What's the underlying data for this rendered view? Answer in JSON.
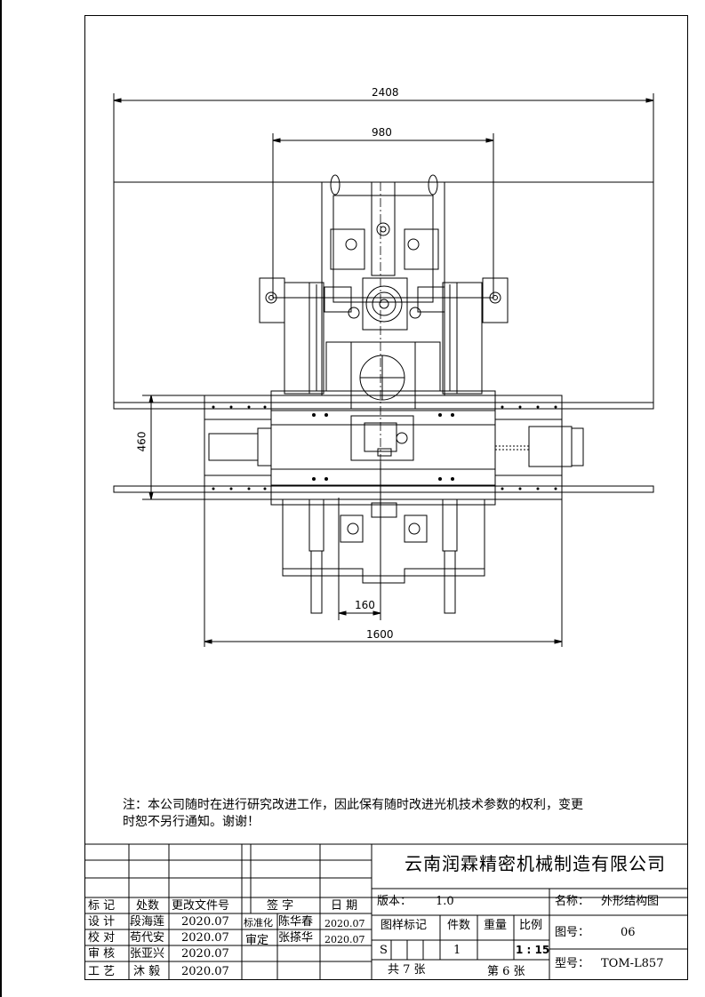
{
  "dimensions": {
    "overall_width": "2408",
    "top_width": "980",
    "height": "460",
    "center_width": "160",
    "bottom_width": "1600"
  },
  "note": {
    "line1": "注：本公司随时在进行研究改进工作，因此保有随时改进光机技术参数的权利，变更",
    "line2": "时恕不另行通知。谢谢！"
  },
  "title_block": {
    "company": "云南润霖精密机械制造有限公司",
    "version_label": "版本：",
    "version": "1.0",
    "name_label": "名称：",
    "name": "外形结构图",
    "drawing_no_label": "图号：",
    "drawing_no": "06",
    "model_label": "型号：",
    "model": "TOM-L857",
    "headers": {
      "mark": "标 记",
      "count": "处数",
      "change_doc": "更改文件号",
      "signature": "签 字",
      "date": "日 期"
    },
    "col_headers": {
      "stage_mark": "图样标记",
      "quantity": "件数",
      "weight": "重量",
      "scale": "比例"
    },
    "stage_mark_value": "S",
    "quantity_value": "1",
    "scale_value": "1 : 15",
    "total_sheets": "共 7 张",
    "sheet_no": "第 6 张",
    "roles": [
      {
        "role": "设 计",
        "person": "段海莲",
        "date": "2020.07"
      },
      {
        "role": "校 对",
        "person": "苟代安",
        "date": "2020.07"
      },
      {
        "role": "审 核",
        "person": "张亚兴",
        "date": "2020.07"
      },
      {
        "role": "工 艺",
        "person": "沐 毅",
        "date": "2020.07"
      }
    ],
    "std_label": "标准化",
    "std_person": "陈华春",
    "std_date": "2020.07",
    "approve_label": "审定",
    "approve_person": "张搽华",
    "approve_date": "2020.07"
  }
}
